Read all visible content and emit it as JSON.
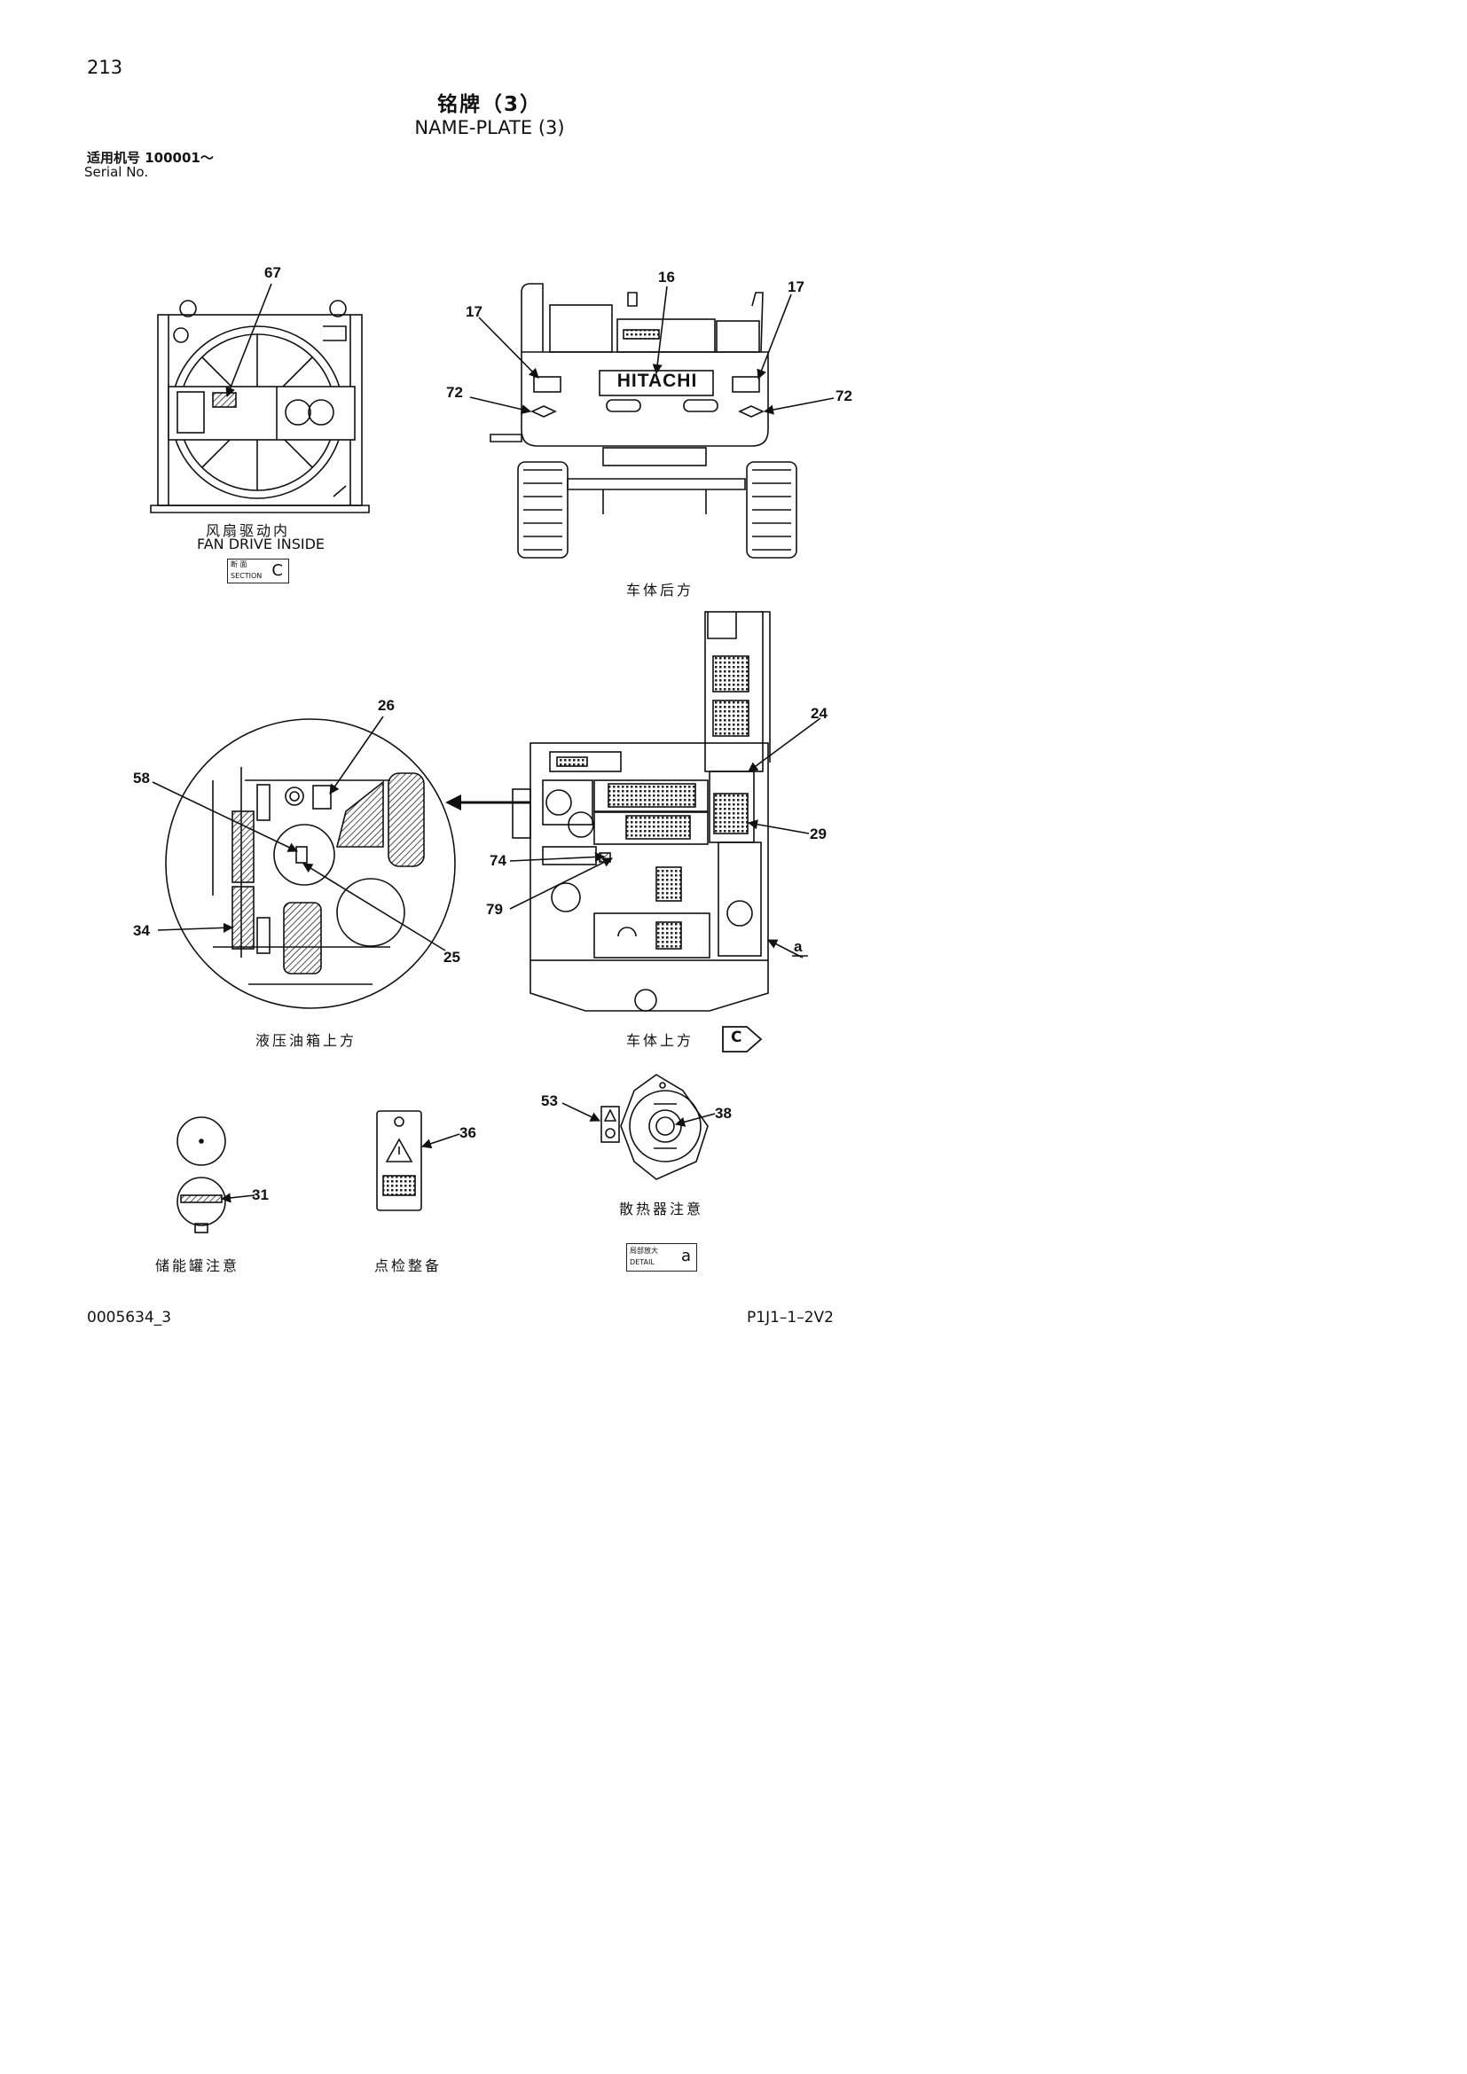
{
  "page": {
    "page_number": "213",
    "title_cn": "铭牌（3）",
    "title_en": "NAME-PLATE (3)",
    "serial_cn": "适用机号  100001～",
    "serial_en": "Serial No.",
    "doc_code": "0005634_3",
    "part_code": "P1J1–1–2V2"
  },
  "views": {
    "fan": {
      "caption_cn": "风扇驱动内",
      "caption_en": "FAN DRIVE INSIDE",
      "section_small_cn": "断 面",
      "section_small_en": "SECTION",
      "section_letter": "C",
      "callouts": [
        "67"
      ]
    },
    "rear": {
      "caption_cn": "车体后方",
      "logo": "HITACHI",
      "callouts": [
        "17",
        "16",
        "17",
        "72",
        "72"
      ]
    },
    "tank": {
      "caption_cn": "液压油箱上方",
      "callouts": [
        "26",
        "58",
        "34",
        "25"
      ]
    },
    "top": {
      "caption_cn": "车体上方",
      "view_letter": "C",
      "callouts": [
        "24",
        "29",
        "74",
        "79",
        "a"
      ]
    },
    "accumulator": {
      "caption_cn": "储能罐注意",
      "callouts": [
        "31"
      ]
    },
    "inspection": {
      "caption_cn": "点检整备",
      "callouts": [
        "36"
      ]
    },
    "radiator": {
      "caption_cn": "散热器注意",
      "detail_small_cn": "局部放大",
      "detail_small_en": "DETAIL",
      "detail_letter": "a",
      "callouts": [
        "53",
        "38"
      ]
    }
  }
}
